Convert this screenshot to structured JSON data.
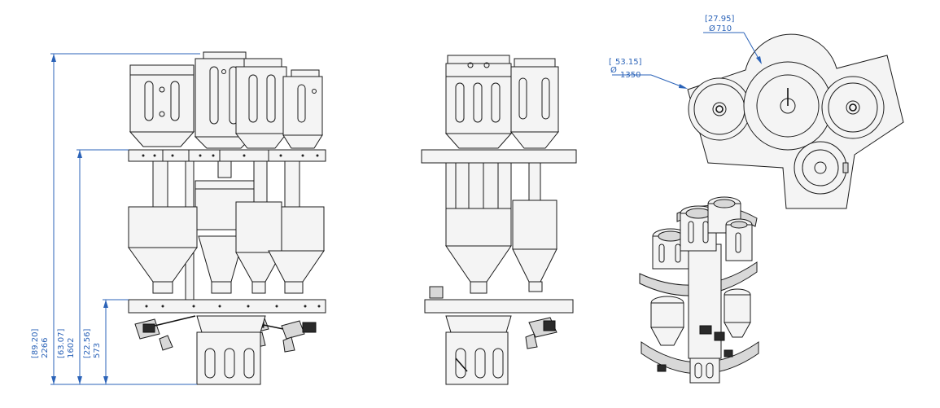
{
  "dimensions": {
    "height_total": {
      "inch": "[89.20]",
      "mm": "2266"
    },
    "height_mid": {
      "inch": "[63.07]",
      "mm": "1602"
    },
    "height_low": {
      "inch": "[22.56]",
      "mm": "573"
    },
    "dia_small": {
      "inch": "[27.95]",
      "mm": "710",
      "symbol": "Ø"
    },
    "dia_large": {
      "inch": "53.15]",
      "mm": "1350",
      "symbol": "Ø",
      "bracket": "["
    }
  },
  "colors": {
    "dimension": "#2b63b8",
    "line": "#1b1b1b",
    "fill_light": "#f4f4f4",
    "fill_mid": "#d8d8d8",
    "fill_dark": "#2a2a2a"
  },
  "views": [
    "front-elevation-view",
    "side-elevation-view",
    "top-plan-view",
    "isometric-view"
  ]
}
